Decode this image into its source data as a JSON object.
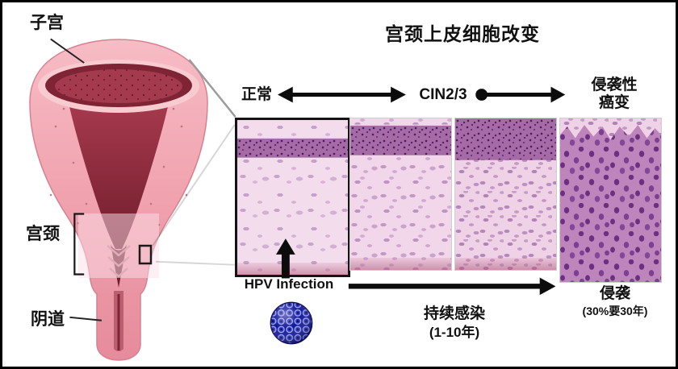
{
  "anatomy": {
    "uterus_label": "子宫",
    "cervix_label": "宫颈",
    "vagina_label": "阴道",
    "illustration": "uterus-coronal-section"
  },
  "progression": {
    "title": "宫颈上皮细胞改变",
    "stages": {
      "normal": "正常",
      "cin": "CIN2/3",
      "invasive_line1": "侵袭性",
      "invasive_line2": "癌变"
    },
    "hpv": {
      "label": "HPV Infection",
      "virus_icon": "hpv-virus-particle"
    },
    "persistent": {
      "label": "持续感染",
      "duration": "(1-10年)"
    },
    "invasion": {
      "label": "侵袭",
      "note": "(30%要30年)"
    },
    "panels": [
      "normal-epithelium",
      "early-dysplasia",
      "cin2-3-dysplasia",
      "invasive-carcinoma"
    ]
  },
  "colors": {
    "border": "#000000",
    "background": "#ffffff",
    "tissue_pink": "#f3dcec",
    "epithelium_purple": "#a66aa7",
    "carcinoma_purple": "#6d2f82",
    "uterus_pink": "#f0a2ae",
    "cavity_red": "#7c2434",
    "virus_blue": "#15159a"
  }
}
